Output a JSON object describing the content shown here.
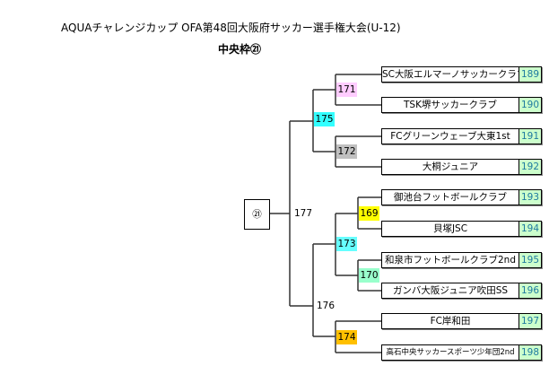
{
  "title": "AQUAチャレンジカップ OFA第48回大阪府サッカー選手権大会(U-12)",
  "subtitle": "中央枠㉑",
  "block_label": "㉑",
  "teams": [
    {
      "name": "SC大阪エルマーノサッカークラブ",
      "num": "189"
    },
    {
      "name": "TSK堺サッカークラブ",
      "num": "190"
    },
    {
      "name": "FCグリーンウェーブ大東1st",
      "num": "191"
    },
    {
      "name": "大桐ジュニア",
      "num": "192"
    },
    {
      "name": "御池台フットボールクラブ",
      "num": "193"
    },
    {
      "name": "貝塚JSC",
      "num": "194"
    },
    {
      "name": "和泉市フットボールクラブ2nd",
      "num": "195"
    },
    {
      "name": "ガンバ大阪ジュニア吹田SS",
      "num": "196"
    },
    {
      "name": "FC岸和田",
      "num": "197"
    },
    {
      "name": "高石中央サッカースポーツ少年団2nd",
      "num": "198"
    }
  ],
  "matches": {
    "m171": {
      "label": "171",
      "color": "#ffccff"
    },
    "m172": {
      "label": "172",
      "color": "#c0c0c0"
    },
    "m175": {
      "label": "175",
      "color": "#33ffff"
    },
    "m169": {
      "label": "169",
      "color": "#ffff00"
    },
    "m170": {
      "label": "170",
      "color": "#99ffcc"
    },
    "m173": {
      "label": "173",
      "color": "#66ffff"
    },
    "m174": {
      "label": "174",
      "color": "#ffc000"
    },
    "m176": {
      "label": "176"
    },
    "m177": {
      "label": "177"
    }
  }
}
